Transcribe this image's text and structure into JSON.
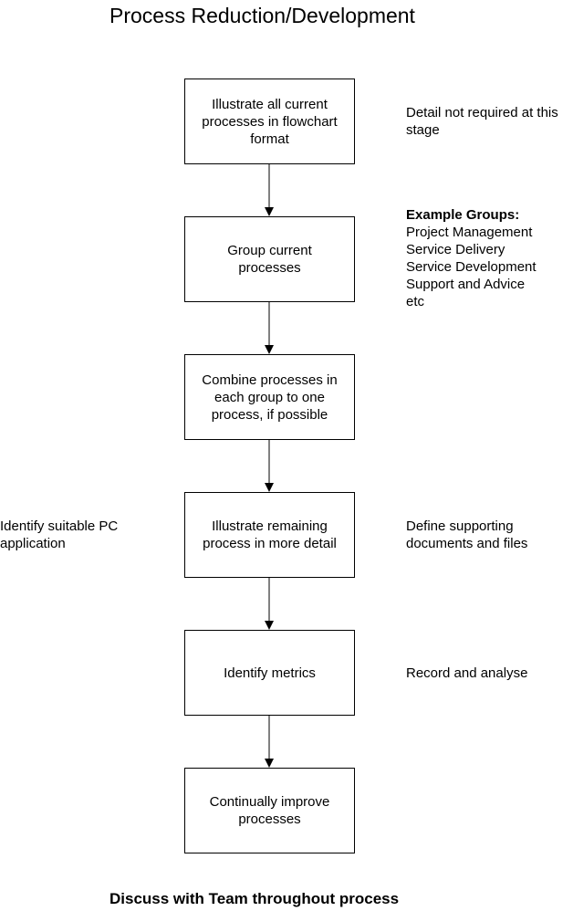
{
  "title": "Process Reduction/Development",
  "steps": [
    {
      "text": "Illustrate all current processes in flowchart format"
    },
    {
      "text": "Group current processes"
    },
    {
      "text": "Combine processes in each group to one process, if possible"
    },
    {
      "text": "Illustrate remaining process in more detail"
    },
    {
      "text": "Identify metrics"
    },
    {
      "text": "Continually improve processes"
    }
  ],
  "notes": {
    "detail": [
      "Detail not required at this",
      "stage"
    ],
    "groups": {
      "heading": "Example Groups:",
      "items": [
        "Project Management",
        "Service Delivery",
        "Service Development",
        "Support and Advice",
        "etc"
      ]
    },
    "pc_app": [
      "Identify suitable PC",
      "application"
    ],
    "supporting": [
      "Define supporting",
      "documents and files"
    ],
    "record": "Record and analyse"
  },
  "footer": "Discuss with Team throughout process"
}
